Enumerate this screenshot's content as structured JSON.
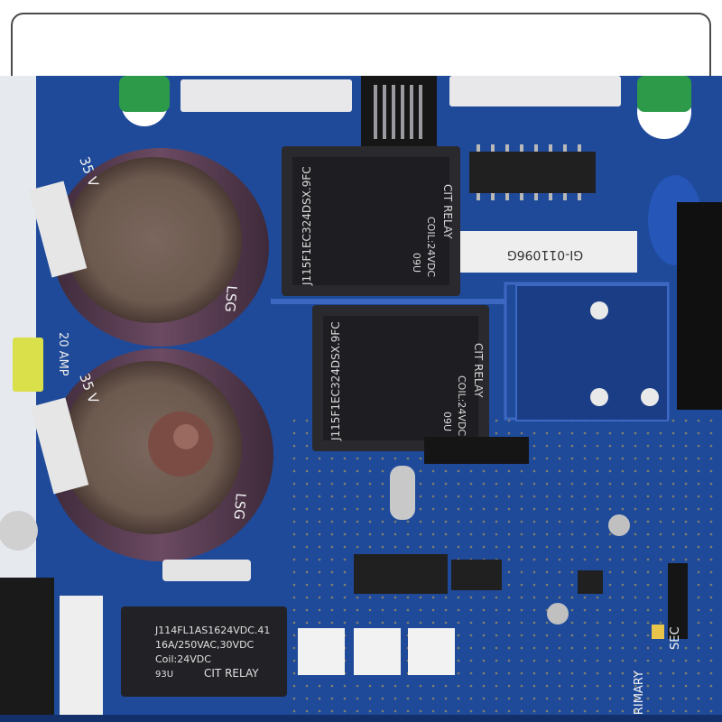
{
  "relay_top": {
    "part": "J115F1EC324DSX.9FC",
    "brand": "CIT RELAY",
    "coil": "COIL:24VDC",
    "code": "09U"
  },
  "relay_middle": {
    "part": "J115F1EC324DSX.9FC",
    "brand": "CIT RELAY",
    "coil": "COIL:24VDC",
    "code": "09U"
  },
  "relay_bottom": {
    "part": "J114FL1AS1624VDC.41",
    "rating": "16A/250VAC,30VDC",
    "coil": "Coil:24VDC",
    "code": "93U",
    "brand": "CIT RELAY"
  },
  "capacitor_top": {
    "voltage": "35 V",
    "brand": "LSG"
  },
  "capacitor_bottom": {
    "voltage": "35 V",
    "brand": "LSG"
  },
  "fuse": {
    "label": "20 AMP"
  },
  "board": {
    "label_primary": "PRIMARY",
    "label_sec": "SEC",
    "part_sticker": "GI-011096G"
  },
  "colors": {
    "pcb": "#1f4a9a",
    "pcb_dark": "#14306b",
    "relay": "#2a2a2e",
    "capacitor": "#5a3b52",
    "frame_border": "#4a4a4a"
  }
}
